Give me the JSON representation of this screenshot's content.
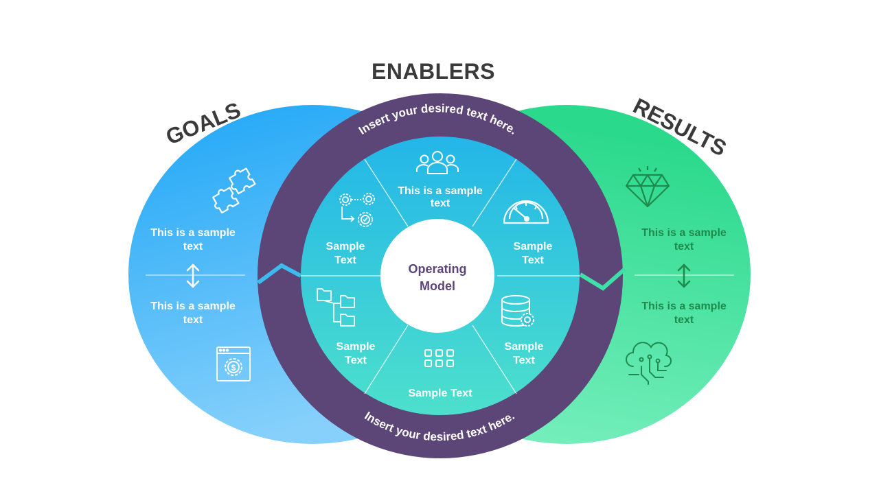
{
  "headings": {
    "goals": "GOALS",
    "enablers": "ENABLERS",
    "results": "RESULTS"
  },
  "ring": {
    "top_text": "Insert your desired  text here.",
    "bottom_text": "Insert your desired  text here."
  },
  "center": {
    "line1": "Operating",
    "line2": "Model"
  },
  "goals": {
    "top_line1": "This is a sample",
    "top_line2": "text",
    "bottom_line1": "This is a sample",
    "bottom_line2": "text"
  },
  "results": {
    "top_line1": "This is a sample",
    "top_line2": "text",
    "bottom_line1": "This is a sample",
    "bottom_line2": "text"
  },
  "segments": {
    "top_line1": "This is a sample",
    "top_line2": "text",
    "upper_left_line1": "Sample",
    "upper_left_line2": "Text",
    "upper_right_line1": "Sample",
    "upper_right_line2": "Text",
    "lower_left_line1": "Sample",
    "lower_left_line2": "Text",
    "lower_right_line1": "Sample",
    "lower_right_line2": "Text",
    "bottom_line1": "Sample Text"
  },
  "colors": {
    "goals_top": "#1ea6f6",
    "goals_bottom": "#86d0fb",
    "results_top": "#2bd98c",
    "results_bottom": "#7bf0c0",
    "ring": "#5b4677",
    "inner_top": "#23b6e8",
    "inner_bottom": "#4de0cc",
    "center_text": "#5b4677",
    "results_text": "#1f8a4c",
    "heading_text": "#3a3a3a"
  },
  "icons": {
    "goals_top": "puzzle-icon",
    "goals_mid": "double-arrow-icon",
    "goals_bottom": "settings-dollar-window-icon",
    "results_top": "diamond-icon",
    "results_mid": "double-arrow-icon",
    "results_bottom": "cloud-circuit-icon",
    "seg_top": "team-icon",
    "seg_upper_left": "gears-process-icon",
    "seg_upper_right": "speedometer-icon",
    "seg_lower_left": "folder-tree-icon",
    "seg_lower_right": "database-gear-icon",
    "seg_bottom": "grid-icon"
  }
}
